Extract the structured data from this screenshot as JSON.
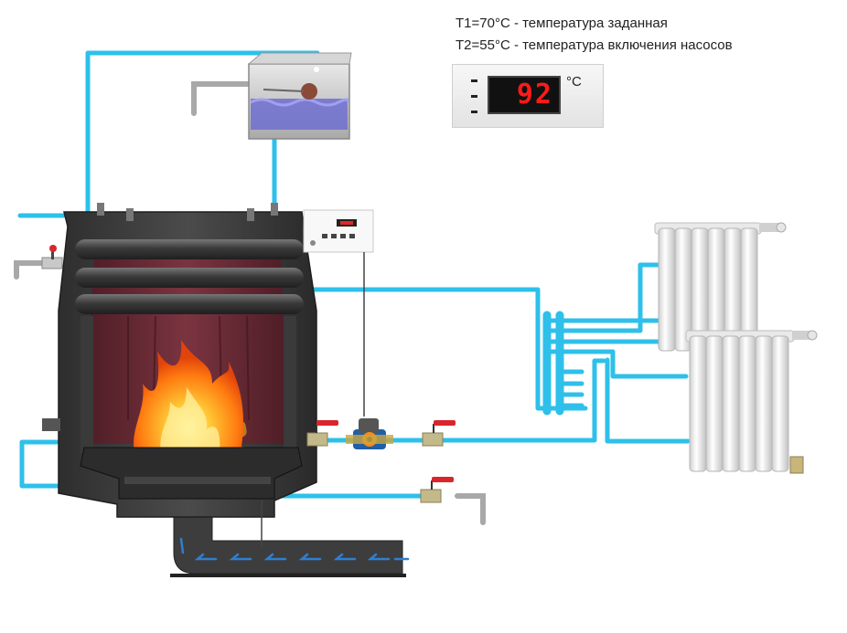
{
  "legend": {
    "t1": "T1=70°C - температура заданная",
    "t2": "T2=55°C - температура включения насосов"
  },
  "thermo_display": {
    "value": "92",
    "unit": "°C"
  },
  "colors": {
    "pipe": "#2ec0ea",
    "boiler_body": "#3f3f3f",
    "firebox": "#6b2a33",
    "flame": "#ff9a1a",
    "valve_handle": "#d9262c",
    "pump": "#1f5fa8",
    "radiator": "#f2f2f2"
  },
  "icons": [
    "boiler",
    "expansion-tank",
    "controller",
    "circulation-pump",
    "ball-valve",
    "radiator",
    "air-duct-arrow"
  ]
}
